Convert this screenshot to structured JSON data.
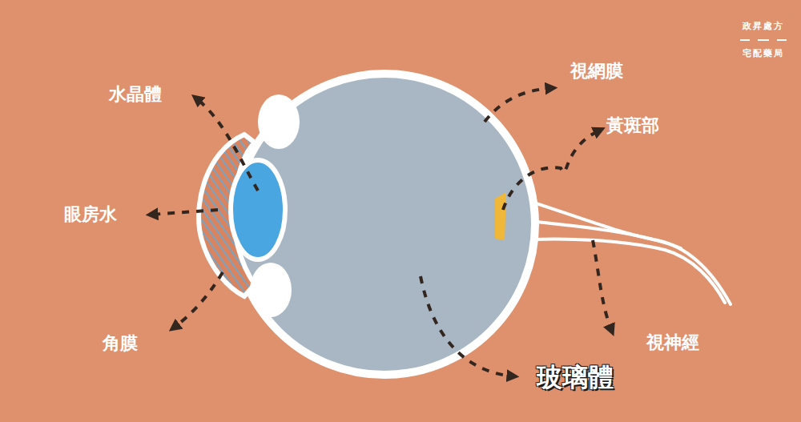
{
  "diagram": {
    "labels": [
      "水晶體",
      "眼房水",
      "角膜",
      "視網膜",
      "黃斑部",
      "視神經",
      "玻璃體",
      "政昇處方",
      "宅配藥局"
    ]
  }
}
